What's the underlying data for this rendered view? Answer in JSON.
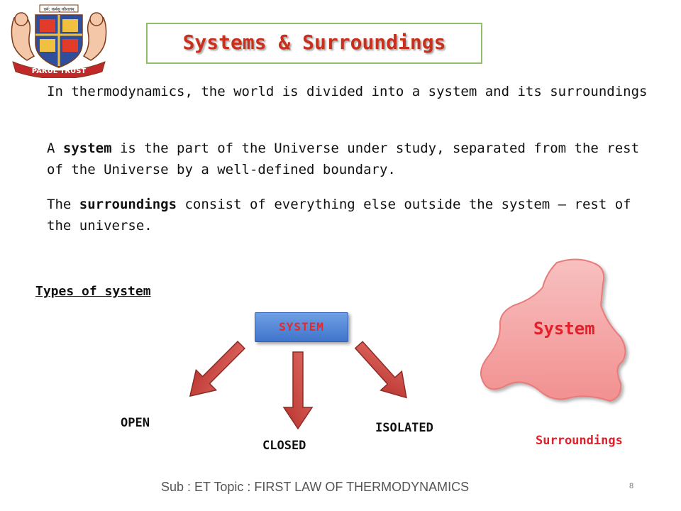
{
  "logo": {
    "motto": "धर्म: कर्मसु कौशलम्",
    "name": "PARUL TRUST"
  },
  "title": "Systems & Surroundings",
  "paragraphs": {
    "p1": "In thermodynamics, the world is divided into a system and its surroundings",
    "p2_a": "A ",
    "p2_bold": "system",
    "p2_b": " is the part of the Universe under study, separated from the rest of the Universe by a well-defined boundary.",
    "p3_a": "The ",
    "p3_bold": "surroundings",
    "p3_b": " consist of everything else outside the system – rest of the universe."
  },
  "types_heading": "Types of system",
  "diagram": {
    "root": "SYSTEM",
    "open": "OPEN",
    "closed": "CLOSED",
    "isolated": "ISOLATED"
  },
  "illustration": {
    "system_label": "System",
    "surroundings_label": "Surroundings"
  },
  "footer": {
    "text": "Sub : ET Topic : FIRST LAW OF THERMODYNAMICS",
    "page": "8"
  },
  "colors": {
    "title": "#c8301d",
    "accent_red": "#e0202a",
    "arrow": "#d24b45",
    "button": "#4f84d8",
    "blob": "#f6a9a9"
  }
}
